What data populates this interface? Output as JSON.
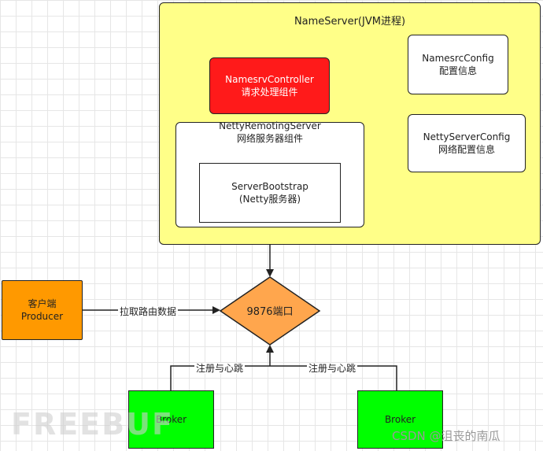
{
  "nameserver": {
    "title": "NameServer(JVM进程)"
  },
  "controller": {
    "line1": "NamesrvController",
    "line2": "请求处理组件"
  },
  "namesrv_config": {
    "line1": "NamesrcConfig",
    "line2": "配置信息"
  },
  "netty_server_config": {
    "line1": "NettyServerConfig",
    "line2": "网络配置信息"
  },
  "remoting_server": {
    "line1": "NettyRemotingServer",
    "line2": "网络服务器组件"
  },
  "bootstrap": {
    "line1": "ServerBootstrap",
    "line2": "(Netty服务器)"
  },
  "producer": {
    "line1": "客户端",
    "line2": "Producer"
  },
  "port": {
    "label": "9876端口"
  },
  "edges": {
    "pull_route": "拉取路由数据",
    "register_left": "注册与心跳",
    "register_right": "注册与心跳"
  },
  "brokers": [
    {
      "label": "Broker"
    },
    {
      "label": "Broker"
    }
  ],
  "watermark": "FREEBUF",
  "credit": "CSDN @沮丧的南瓜",
  "colors": {
    "nameserver_fill": "#ffff88",
    "controller_fill": "#ff1a1a",
    "producer_fill": "#ff9900",
    "port_fill": "#ffa64d",
    "broker_fill": "#00ff00"
  }
}
